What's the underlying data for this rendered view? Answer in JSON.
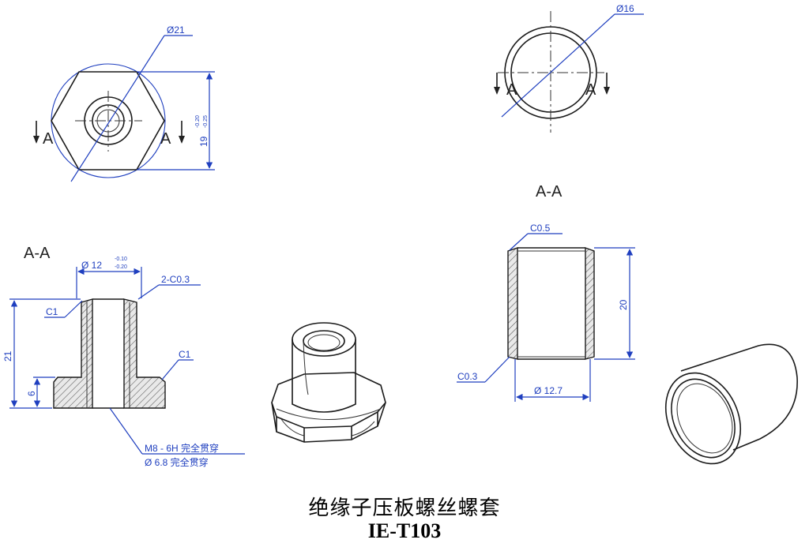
{
  "title": {
    "name_cn": "绝缘子压板螺丝螺套",
    "code": "IE-T103"
  },
  "part_nut": {
    "section_mark": "A",
    "section_title": "A-A",
    "dims": {
      "across_corners": "Ø21",
      "across_flats": "19",
      "across_flats_tol_upper": "-0.20",
      "across_flats_tol_lower": "-0.25",
      "boss_diameter": "Ø 12",
      "boss_tol_upper": "-0.10",
      "boss_tol_lower": "-0.20",
      "chamfer_top": "2-C0.3",
      "chamfer_c1_upper": "C1",
      "chamfer_c1_lower": "C1",
      "height": "21",
      "flange_height": "6",
      "thread_note": "M8 - 6H 完全贯穿",
      "drill_note": "Ø 6.8 完全贯穿"
    }
  },
  "part_sleeve": {
    "section_mark": "A",
    "section_title": "A-A",
    "dims": {
      "diameter_top": "Ø16",
      "chamfer_top": "C0.5",
      "chamfer_bottom": "C0.3",
      "length": "20",
      "outer_diameter": "Ø 12.7"
    }
  }
}
